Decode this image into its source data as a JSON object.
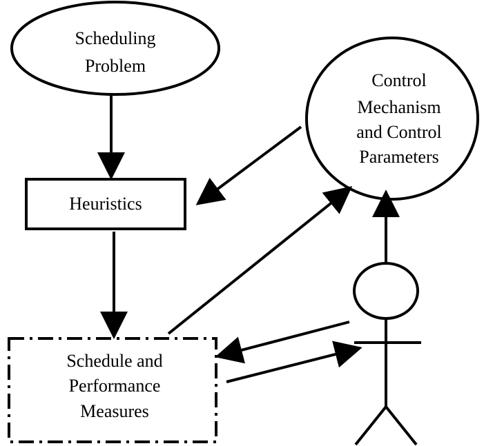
{
  "diagram": {
    "scheduling_problem": {
      "line1": "Scheduling",
      "line2": "Problem"
    },
    "control_mechanism": {
      "line1": "Control",
      "line2": "Mechanism",
      "line3": "and Control",
      "line4": "Parameters"
    },
    "heuristics": {
      "label": "Heuristics"
    },
    "schedule_performance": {
      "line1": "Schedule and",
      "line2": "Performance",
      "line3": "Measures"
    }
  },
  "colors": {
    "stroke": "#000000",
    "text": "#000000",
    "background": "#ffffff"
  },
  "node_shapes": {
    "scheduling_problem": "ellipse",
    "control_mechanism": "ellipse",
    "heuristics": "rectangle",
    "schedule_performance": "dash-dot rectangle",
    "user": "stick-figure-icon"
  }
}
